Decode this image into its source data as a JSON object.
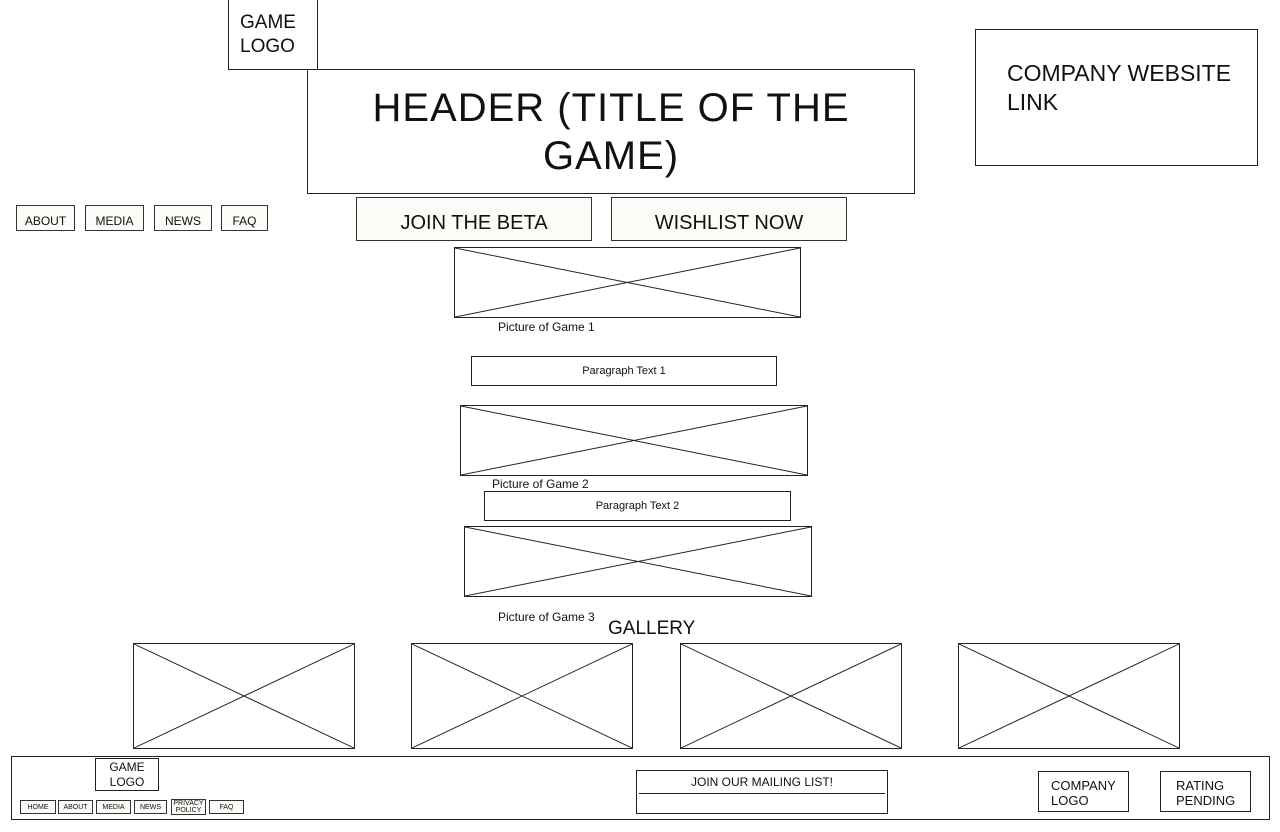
{
  "header": {
    "game_logo": "GAME LOGO",
    "title": "HEADER (TITLE OF THE GAME)",
    "company_link": "COMPANY WEBSITE LINK"
  },
  "nav": [
    "ABOUT",
    "MEDIA",
    "NEWS",
    "FAQ"
  ],
  "cta": {
    "beta": "JOIN THE BETA",
    "wishlist": "WISHLIST NOW"
  },
  "content": {
    "pic1_caption": "Picture of Game 1",
    "para1": "Paragraph Text 1",
    "pic2_caption": "Picture of Game 2",
    "para2": "Paragraph Text 2",
    "pic3_caption": "Picture of Game 3"
  },
  "gallery": {
    "title": "GALLERY",
    "count": 4
  },
  "footer": {
    "game_logo": "GAME LOGO",
    "nav": [
      "HOME",
      "ABOUT",
      "MEDIA",
      "NEWS",
      "PRIVACY POLICY",
      "FAQ"
    ],
    "mailing": "JOIN OUR MAILING LIST!",
    "company_logo": "COMPANY LOGO",
    "rating": "RATING PENDING"
  }
}
